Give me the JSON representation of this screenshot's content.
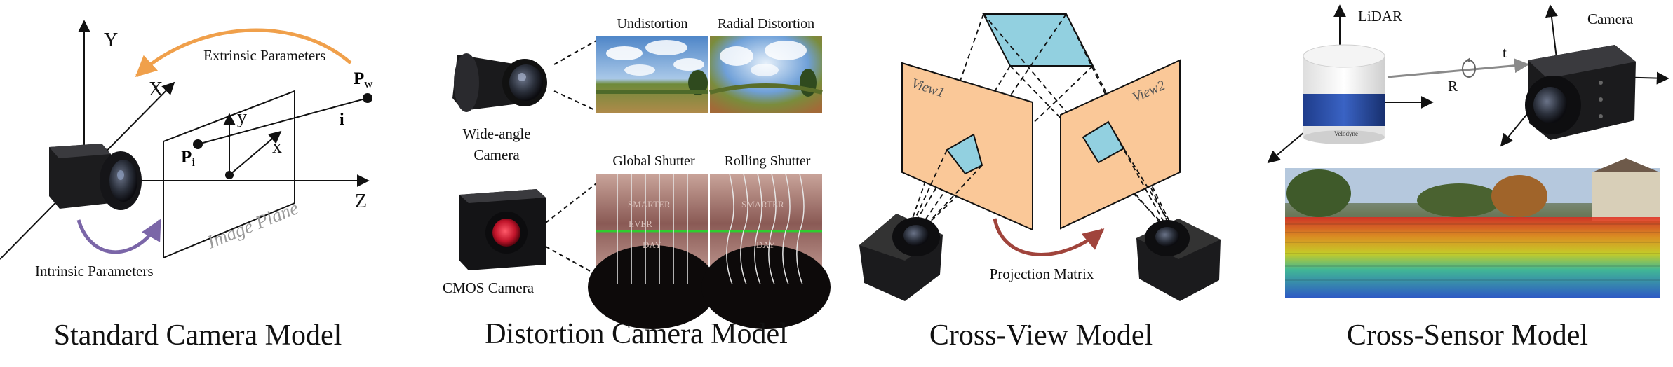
{
  "panels": {
    "standard": {
      "caption": "Standard Camera Model",
      "axes": {
        "y": "Y",
        "x": "X",
        "z": "Z",
        "img_y": "y",
        "img_x": "x"
      },
      "extrinsic": "Extrinsic Parameters",
      "intrinsic": "Intrinsic Parameters",
      "image_plane": "Image Plane",
      "pw_main": "P",
      "pw_sub": "w",
      "pi_main": "P",
      "pi_sub": "i",
      "ray": "i",
      "colors": {
        "extrinsic_arrow": "#F0A04B",
        "intrinsic_arrow": "#7B66A8",
        "image_plane_text": "#9A9A9A"
      }
    },
    "distortion": {
      "caption": "Distortion Camera Model",
      "undistortion": "Undistortion",
      "radial": "Radial Distortion",
      "wide_angle_1": "Wide-angle",
      "wide_angle_2": "Camera",
      "global_shutter": "Global Shutter",
      "rolling_shutter": "Rolling Shutter",
      "cmos": "CMOS Camera",
      "guitar_word_1": "SMARTER",
      "guitar_word_2": "EVER",
      "guitar_word_3": "DAY"
    },
    "crossview": {
      "caption": "Cross-View Model",
      "view1": "View1",
      "view2": "View2",
      "projection": "Projection Matrix",
      "colors": {
        "plane": "#FAC898",
        "object": "#92D0E0",
        "arrow": "#A0443C"
      }
    },
    "crosssensor": {
      "caption": "Cross-Sensor Model",
      "lidar": "LiDAR",
      "camera": "Camera",
      "rotation": "R",
      "translation": "t",
      "brand": "Velodyne"
    }
  }
}
